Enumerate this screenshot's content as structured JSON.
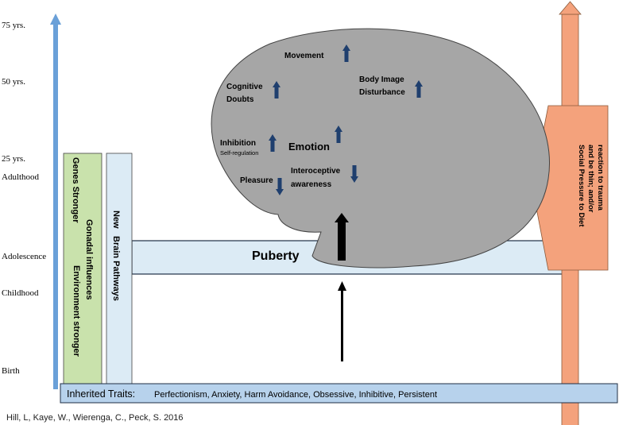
{
  "age_labels": {
    "y75": "75 yrs.",
    "y50": "50 yrs.",
    "y25": "25 yrs.",
    "adulthood": "Adulthood",
    "adolescence": "Adolescence",
    "childhood": "Childhood",
    "birth": "Birth"
  },
  "genes_column": {
    "line1": "Genes  Stronger",
    "line2": "Gonadal influences",
    "line3": "Environment stronger"
  },
  "brain_column": {
    "line1": "New",
    "line2": "Brain Pathways"
  },
  "brain": {
    "movement": "Movement",
    "cognitive1": "Cognitive",
    "cognitive2": "Doubts",
    "body1": "Body Image",
    "body2": "Disturbance",
    "inhibition": "Inhibition",
    "selfreg": "Self-regulation",
    "emotion": "Emotion",
    "intero1": "Interoceptive",
    "intero2": "awareness",
    "pleasure": "Pleasure"
  },
  "puberty": "Puberty",
  "social": {
    "line1": "Social Pressure to Diet",
    "line2": "and be thin; and/or",
    "line3": "reaction to trauma"
  },
  "inherited": {
    "title": "Inherited Traits:",
    "traits": "Perfectionism, Anxiety, Harm Avoidance, Obsessive, Inhibitive, Persistent"
  },
  "citation": "Hill, L, Kaye, W., Wierenga, C., Peck, S.  2016",
  "colors": {
    "blue_axis": "#6aa0d8",
    "green_col": "#c9e2ac",
    "light_blue": "#dcebf5",
    "brain_gray": "#a6a6a6",
    "orange": "#f4a27c",
    "arrow_blue": "#1f3f6e"
  }
}
